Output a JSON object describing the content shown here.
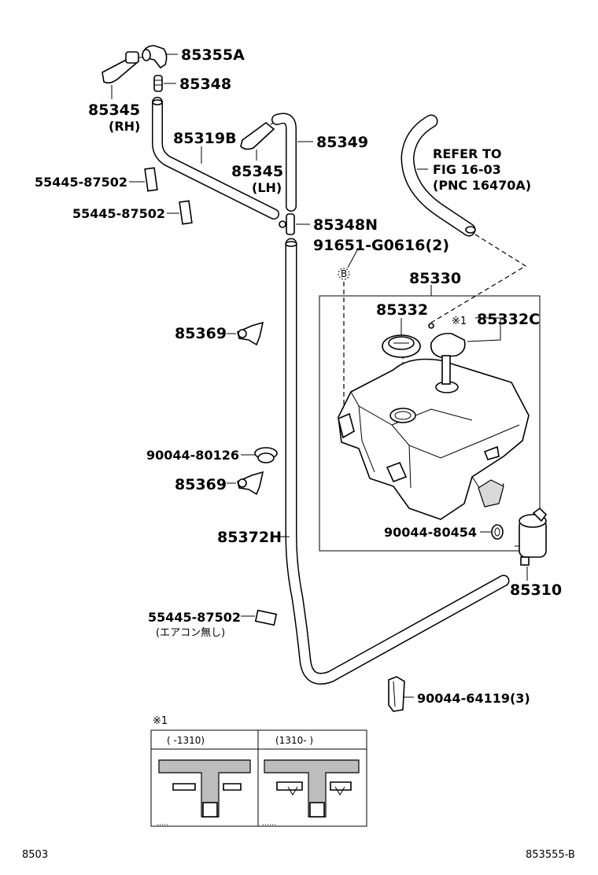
{
  "parts": {
    "p85355A": "85355A",
    "p85348": "85348",
    "p85345_rh": "85345",
    "rh": "(RH)",
    "p85319B": "85319B",
    "p85345_lh": "85345",
    "lh": "(LH)",
    "p85349": "85349",
    "refer_l1": "REFER TO",
    "refer_l2": "FIG 16-03",
    "refer_l3": "(PNC 16470A)",
    "p55445_a": "55445-87502",
    "p55445_b": "55445-87502",
    "p85348N": "85348N",
    "p91651": "91651-G0616(2)",
    "marker_b": "B",
    "p85330": "85330",
    "p85332": "85332",
    "note_mark": "※1",
    "p85332C": "85332C",
    "p85369_a": "85369",
    "p90044_80126": "90044-80126",
    "p85369_b": "85369",
    "p85372H": "85372H",
    "p90044_80454": "90044-80454",
    "p85310": "85310",
    "p55445_c": "55445-87502",
    "note_no_ac": "(エアコン無し)",
    "p90044_64119": "90044-64119(3)"
  },
  "inset": {
    "title": "※1",
    "col1": "(       -1310)",
    "col2": "(1310-       )"
  },
  "footer": {
    "left": "8503",
    "right": "853555-B"
  }
}
